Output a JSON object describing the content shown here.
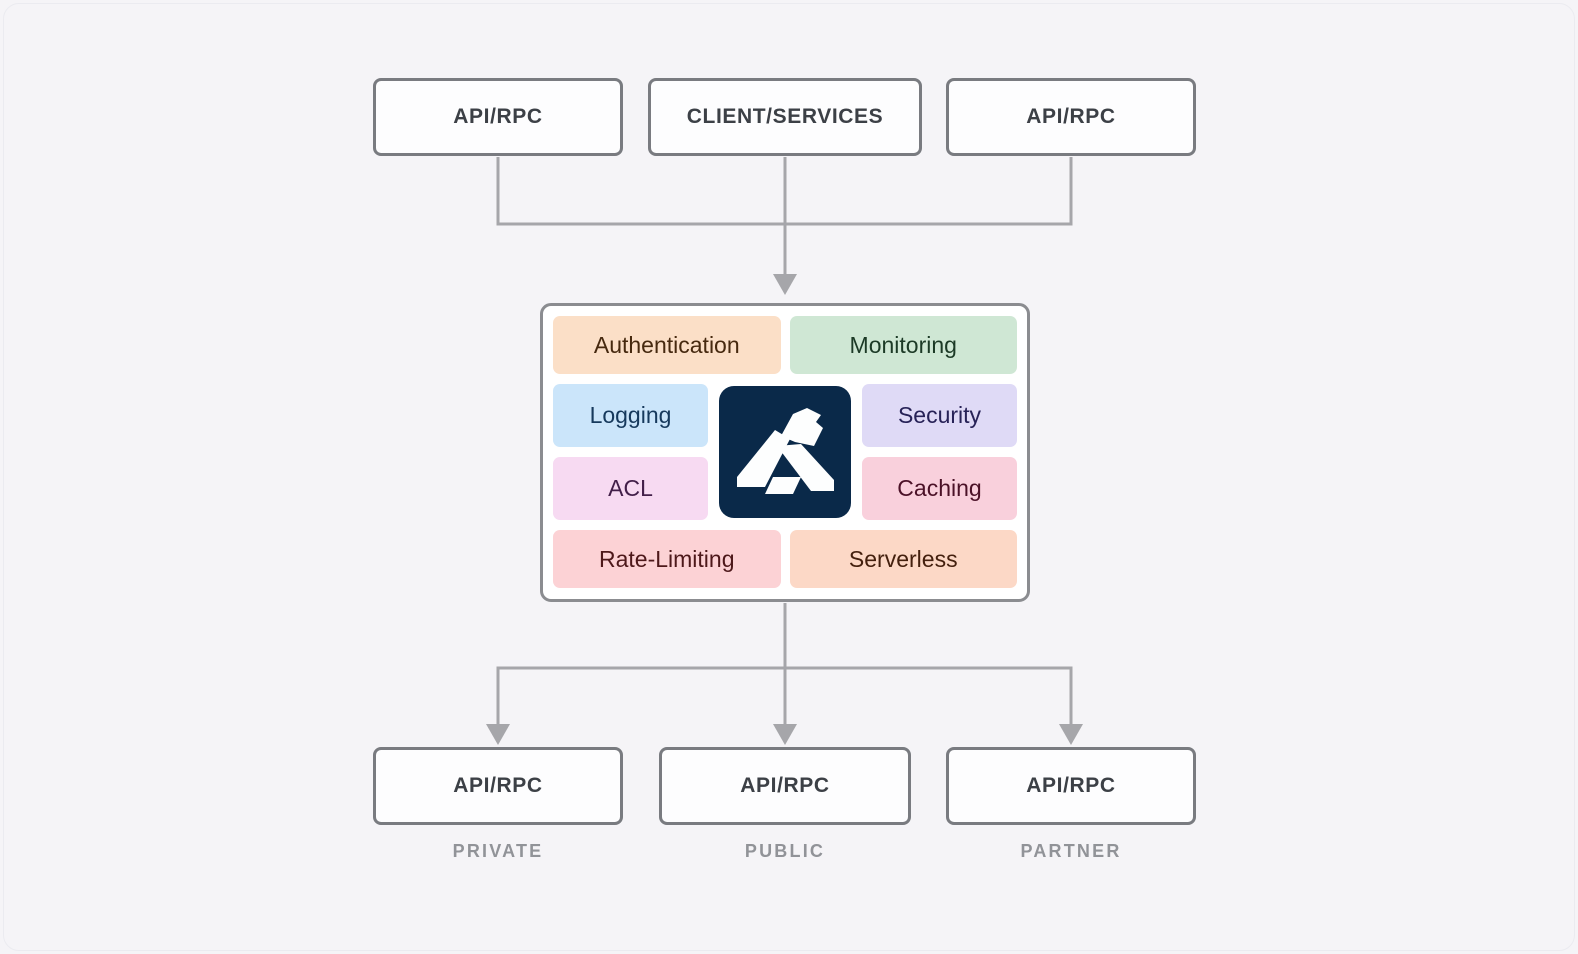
{
  "top_row": {
    "boxes": [
      {
        "label": "API/RPC"
      },
      {
        "label": "CLIENT/SERVICES"
      },
      {
        "label": "API/RPC"
      }
    ]
  },
  "gateway": {
    "logo_icon": "kong-gorilla-icon",
    "logo_bg": "#0a2949",
    "logo_fg": "#fdfefe",
    "tiles": {
      "authentication": {
        "label": "Authentication",
        "bg": "#fbdfc7",
        "fg": "#46290f"
      },
      "monitoring": {
        "label": "Monitoring",
        "bg": "#cfe7d4",
        "fg": "#1c3a26"
      },
      "logging": {
        "label": "Logging",
        "bg": "#cbe5fa",
        "fg": "#16395c"
      },
      "security": {
        "label": "Security",
        "bg": "#dfdaf6",
        "fg": "#272257"
      },
      "acl": {
        "label": "ACL",
        "bg": "#f7daf2",
        "fg": "#421f49"
      },
      "caching": {
        "label": "Caching",
        "bg": "#f9d0dc",
        "fg": "#4b1127"
      },
      "rate_limiting": {
        "label": "Rate-Limiting",
        "bg": "#fcd2d5",
        "fg": "#4d181a"
      },
      "serverless": {
        "label": "Serverless",
        "bg": "#fcd8c6",
        "fg": "#44200e"
      }
    }
  },
  "bottom_row": {
    "boxes": [
      {
        "label": "API/RPC",
        "sublabel": "PRIVATE"
      },
      {
        "label": "API/RPC",
        "sublabel": "PUBLIC"
      },
      {
        "label": "API/RPC",
        "sublabel": "PARTNER"
      }
    ]
  },
  "colors": {
    "background": "#f5f4f7",
    "node_bg": "#fdfdfe",
    "node_border": "#797b80",
    "node_text": "#3c4046",
    "gateway_border": "#8b8c90",
    "connector": "#a6a6aa",
    "sublabel_text": "#919398"
  }
}
